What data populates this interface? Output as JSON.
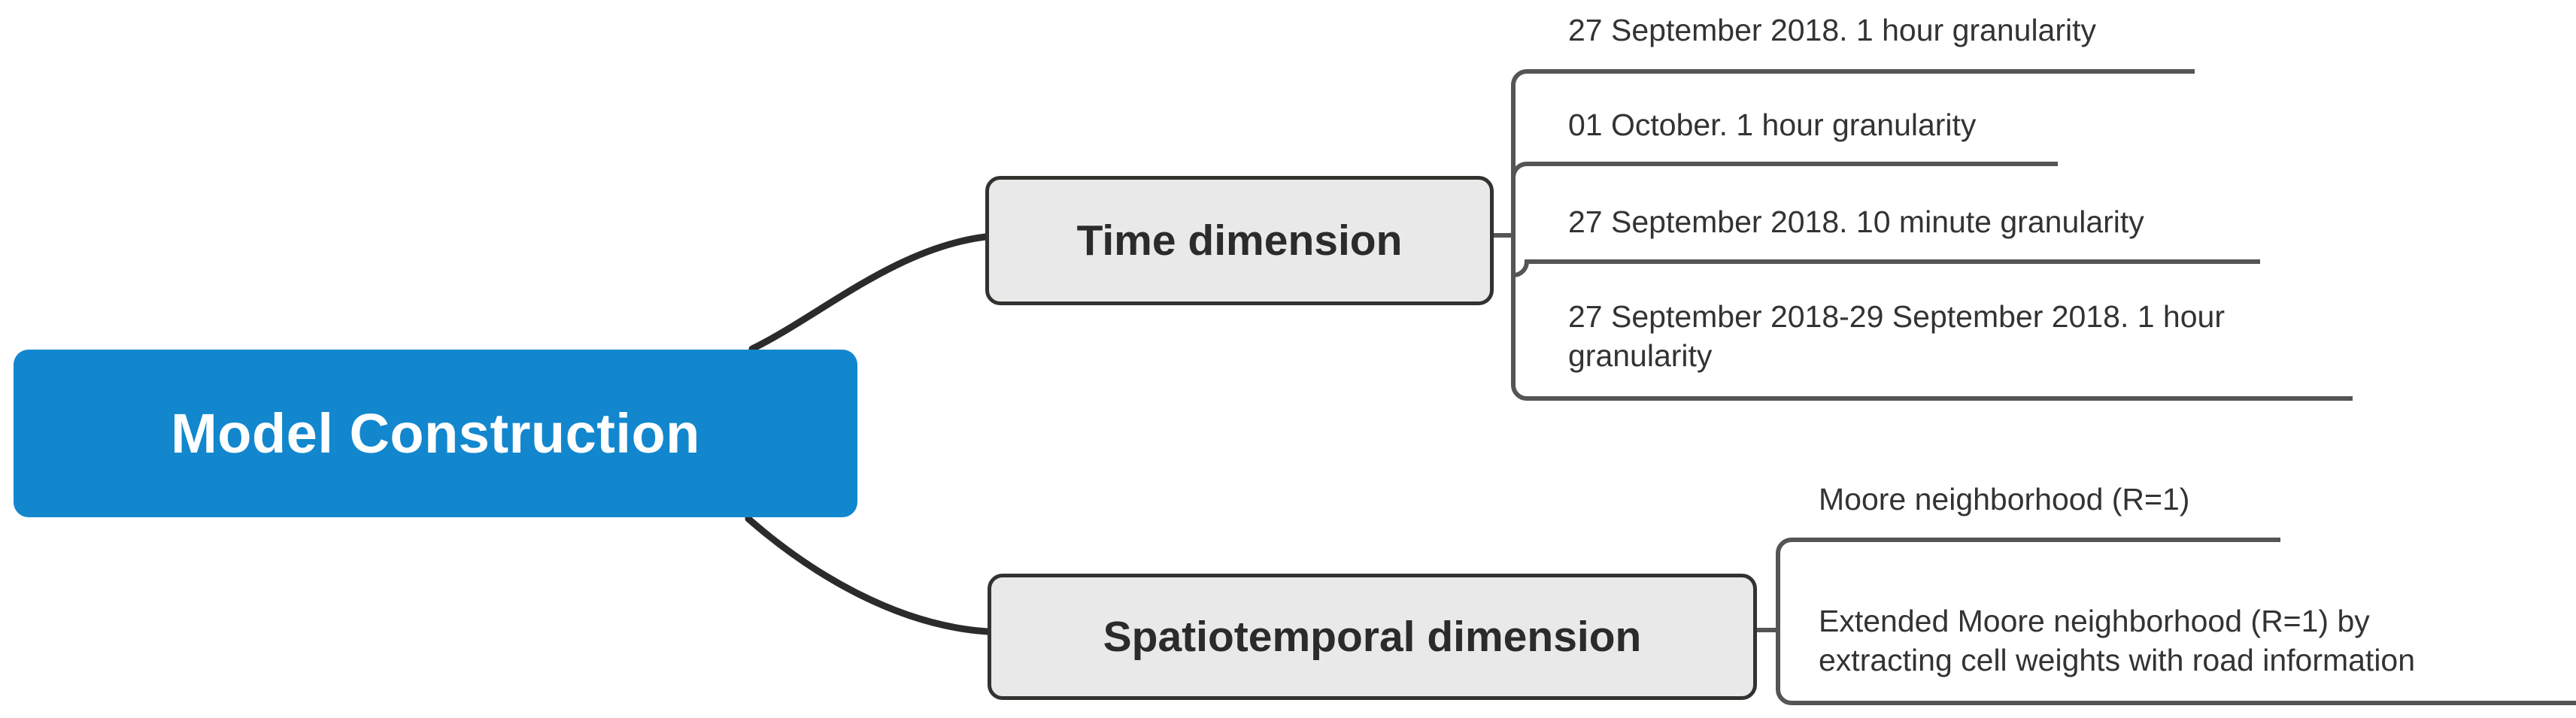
{
  "diagram": {
    "type": "mind-map",
    "title": "Model Construction",
    "root": {
      "label": "Model Construction",
      "color": "#1287CE",
      "text_color": "#FFFFFF"
    },
    "branch_node_color": "#E9E9E9",
    "branch_border_color": "#33322F",
    "connector_color": "#333333",
    "text_color": "#333333",
    "branches": [
      {
        "label": "Time dimension",
        "leaves": [
          {
            "label": "27 September 2018. 1 hour granularity"
          },
          {
            "label": "01 October. 1 hour granularity"
          },
          {
            "label": "27 September 2018. 10 minute granularity"
          },
          {
            "label": "27 September 2018-29 September 2018. 1 hour\ngranularity"
          }
        ]
      },
      {
        "label": "Spatiotemporal dimension",
        "leaves": [
          {
            "label": "Moore neighborhood (R=1)"
          },
          {
            "label": "Extended Moore neighborhood (R=1) by\nextracting cell weights with road information"
          }
        ]
      }
    ]
  }
}
